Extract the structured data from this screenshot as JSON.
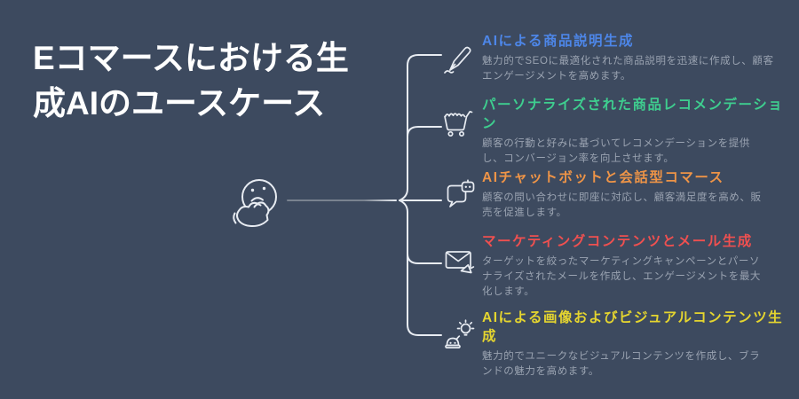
{
  "theme": {
    "bg": "#3D4A5F",
    "title_color": "#FFFFFF",
    "desc_color": "#9AA3B1",
    "line_color": "#E8ECF2",
    "line_fade": "#79828F"
  },
  "title_lines": [
    "Eコマースにおける生",
    "成AIのユースケース"
  ],
  "title_full": "Eコマースにおける生成AIのユースケース",
  "center_icon": "thinking-face-icon",
  "items": [
    {
      "icon": "pen-icon",
      "color": "#4D86E8",
      "heading": "AIによる商品説明生成",
      "heading_lines": [
        "AIによる商品説明生成"
      ],
      "desc": "魅力的でSEOに最適化された商品説明を迅速に作成し、顧客エンゲージメントを高めます。",
      "desc_lines": [
        "魅力的でSEOに最適化された商品説明を迅速に作成し、顧客",
        "エンゲージメントを高めます。"
      ]
    },
    {
      "icon": "shopping-cart-icon",
      "color": "#3ECE8F",
      "heading": "パーソナライズされた商品レコメンデーション",
      "heading_lines": [
        "パーソナライズされた商品レコメンデーショ",
        "ン"
      ],
      "desc": "顧客の行動と好みに基づいてレコメンデーションを提供し、コンバージョン率を向上させます。",
      "desc_lines": [
        "顧客の行動と好みに基づいてレコメンデーションを提供",
        "し、コンバージョン率を向上させます。"
      ]
    },
    {
      "icon": "chatbot-icon",
      "color": "#EE9447",
      "heading": "AIチャットボットと会話型コマース",
      "heading_lines": [
        "AIチャットボットと会話型コマース"
      ],
      "desc": "顧客の問い合わせに即座に対応し、顧客満足度を高め、販売を促進します。",
      "desc_lines": [
        "顧客の問い合わせに即座に対応し、顧客満足度を高め、販",
        "売を促進します。"
      ]
    },
    {
      "icon": "email-send-icon",
      "color": "#EF5050",
      "heading": "マーケティングコンテンツとメール生成",
      "heading_lines": [
        "マーケティングコンテンツとメール生成"
      ],
      "desc": "ターゲットを絞ったマーケティングキャンペーンとパーソナライズされたメールを作成し、エンゲージメントを最大化します。",
      "desc_lines": [
        "ターゲットを絞ったマーケティングキャンペーンとパーソ",
        "ナライズされたメールを作成し、エンゲージメントを最大",
        "化します。"
      ]
    },
    {
      "icon": "image-idea-icon",
      "color": "#E5D52F",
      "heading": "AIによる画像およびビジュアルコンテンツ生成",
      "heading_lines": [
        "AIによる画像およびビジュアルコンテンツ生",
        "成"
      ],
      "desc": "魅力的でユニークなビジュアルコンテンツを作成し、ブランドの魅力を高めます。",
      "desc_lines": [
        "魅力的でユニークなビジュアルコンテンツを作成し、ブラ",
        "ンドの魅力を高めます。"
      ]
    }
  ]
}
